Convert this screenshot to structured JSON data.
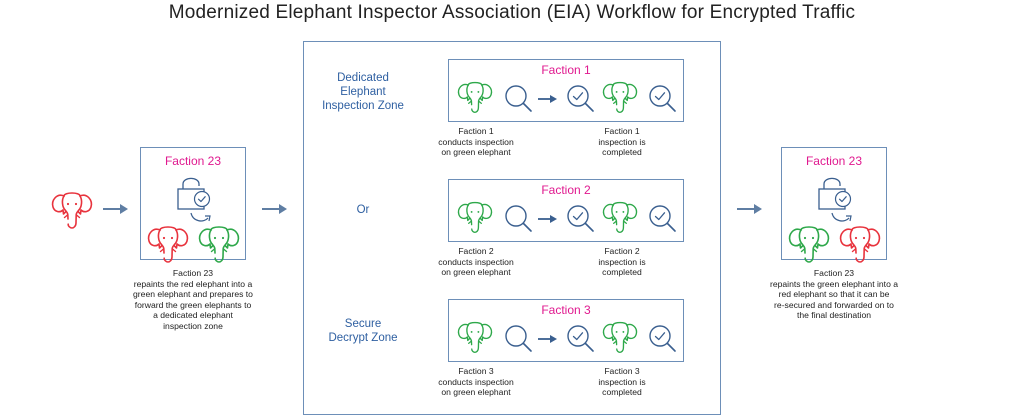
{
  "title": "Modernized Elephant Inspector Association (EIA) Workflow for Encrypted Traffic",
  "colors": {
    "box_border": "#6d8fb8",
    "faction_label": "#e0198f",
    "zone_label": "#2e5fa1",
    "arrow": "#5f7ea3",
    "green_elephant": "#2ea84a",
    "red_elephant": "#e8333d",
    "icon_stroke": "#3a5f8f"
  },
  "left": {
    "faction": "Faction 23",
    "caption": [
      "repaints the red elephant into a",
      "green elephant and prepares to",
      "forward the green elephants to",
      "a dedicated elephant",
      "inspection zone"
    ],
    "caption_title": "Faction 23"
  },
  "right": {
    "faction": "Faction 23",
    "caption_title": "Faction 23",
    "caption": [
      "repaints the green elephant into a",
      "red elephant so that it can be",
      "re-secured and forwarded on to",
      "the final destination"
    ]
  },
  "middle": {
    "zone_top": [
      "Dedicated",
      "Elephant",
      "Inspection Zone"
    ],
    "or": "Or",
    "zone_bottom": [
      "Secure",
      "Decrypt Zone"
    ],
    "rows": [
      {
        "faction": "Faction 1",
        "left_caption": [
          "Faction 1",
          "conducts inspection",
          "on green elephant"
        ],
        "right_caption": [
          "Faction 1",
          "inspection is",
          "completed"
        ]
      },
      {
        "faction": "Faction 2",
        "left_caption": [
          "Faction 2",
          "conducts inspection",
          "on green elephant"
        ],
        "right_caption": [
          "Faction 2",
          "inspection is",
          "completed"
        ]
      },
      {
        "faction": "Faction 3",
        "left_caption": [
          "Faction 3",
          "conducts inspection",
          "on green elephant"
        ],
        "right_caption": [
          "Faction 3",
          "inspection is",
          "completed"
        ]
      }
    ]
  }
}
